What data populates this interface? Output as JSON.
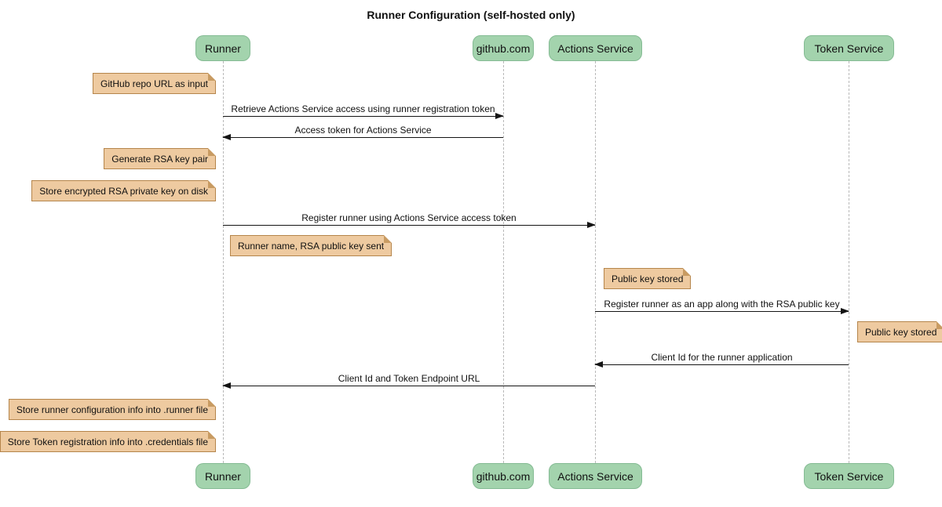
{
  "title": "Runner Configuration (self-hosted only)",
  "participants": [
    {
      "id": "runner",
      "label": "Runner"
    },
    {
      "id": "github",
      "label": "github.com"
    },
    {
      "id": "actions-service",
      "label": "Actions Service"
    },
    {
      "id": "token-service",
      "label": "Token Service"
    }
  ],
  "notes": [
    {
      "text": "GitHub repo URL as input",
      "anchor": "Runner"
    },
    {
      "text": "Generate RSA key pair",
      "anchor": "Runner"
    },
    {
      "text": "Store encrypted RSA private key on disk",
      "anchor": "Runner"
    },
    {
      "text": "Runner name, RSA public key sent",
      "anchor": "Runner"
    },
    {
      "text": "Public key stored",
      "anchor": "Actions Service"
    },
    {
      "text": "Public key stored",
      "anchor": "Token Service"
    },
    {
      "text": "Store runner configuration info into .runner file",
      "anchor": "Runner"
    },
    {
      "text": "Store Token registration info into .credentials file",
      "anchor": "Runner"
    }
  ],
  "messages": [
    {
      "text": "Retrieve Actions Service access using runner registration token",
      "from": "Runner",
      "to": "github.com",
      "direction": "right"
    },
    {
      "text": "Access token for Actions Service",
      "from": "github.com",
      "to": "Runner",
      "direction": "left"
    },
    {
      "text": "Register runner using Actions Service access token",
      "from": "Runner",
      "to": "Actions Service",
      "direction": "right"
    },
    {
      "text": "Register runner as an app along with the RSA public key",
      "from": "Actions Service",
      "to": "Token Service",
      "direction": "right"
    },
    {
      "text": "Client Id for the runner application",
      "from": "Token Service",
      "to": "Actions Service",
      "direction": "left"
    },
    {
      "text": "Client Id and Token Endpoint URL",
      "from": "Actions Service",
      "to": "Runner",
      "direction": "left"
    }
  ],
  "colors": {
    "participant_fill": "#A3D3AD",
    "participant_border": "#84BB93",
    "note_fill": "#EECAA0",
    "note_border": "#B5854B",
    "lifeline": "#B9B9B9",
    "arrow": "#141414",
    "background": "#FFFFFF"
  }
}
